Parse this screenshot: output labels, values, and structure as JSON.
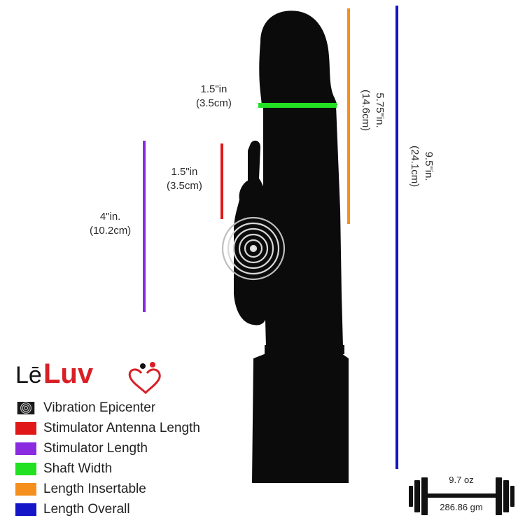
{
  "measurements": {
    "shaft_width": {
      "line1": "1.5\"in",
      "line2": "(3.5cm)",
      "color": "#22e022"
    },
    "antenna_length": {
      "line1": "1.5\"in",
      "line2": "(3.5cm)",
      "color": "#e01818"
    },
    "stimulator_length": {
      "line1": "4\"in.",
      "line2": "(10.2cm)",
      "color": "#8a2be2"
    },
    "length_insertable": {
      "line1": "5.75\"in.",
      "line2": "(14.6cm)",
      "color": "#f5901e"
    },
    "length_overall": {
      "line1": "9.5\"in.",
      "line2": "(24.1cm)",
      "color": "#1414c8"
    }
  },
  "brand": {
    "part1": "Lē",
    "part2": "Luv",
    "color_dark": "#111111",
    "color_red": "#d81f26"
  },
  "legend": [
    {
      "label": "Vibration Epicenter",
      "icon": "vibration-rings-icon"
    },
    {
      "label": "Stimulator Antenna Length",
      "color": "#e01818"
    },
    {
      "label": "Stimulator Length",
      "color": "#8a2be2"
    },
    {
      "label": "Shaft Width",
      "color": "#22e022"
    },
    {
      "label": "Length Insertable",
      "color": "#f5901e"
    },
    {
      "label": "Length Overall",
      "color": "#1414c8"
    }
  ],
  "weight": {
    "oz": "9.7 oz",
    "gm": "286.86 gm",
    "icon": "dumbbell-icon"
  }
}
